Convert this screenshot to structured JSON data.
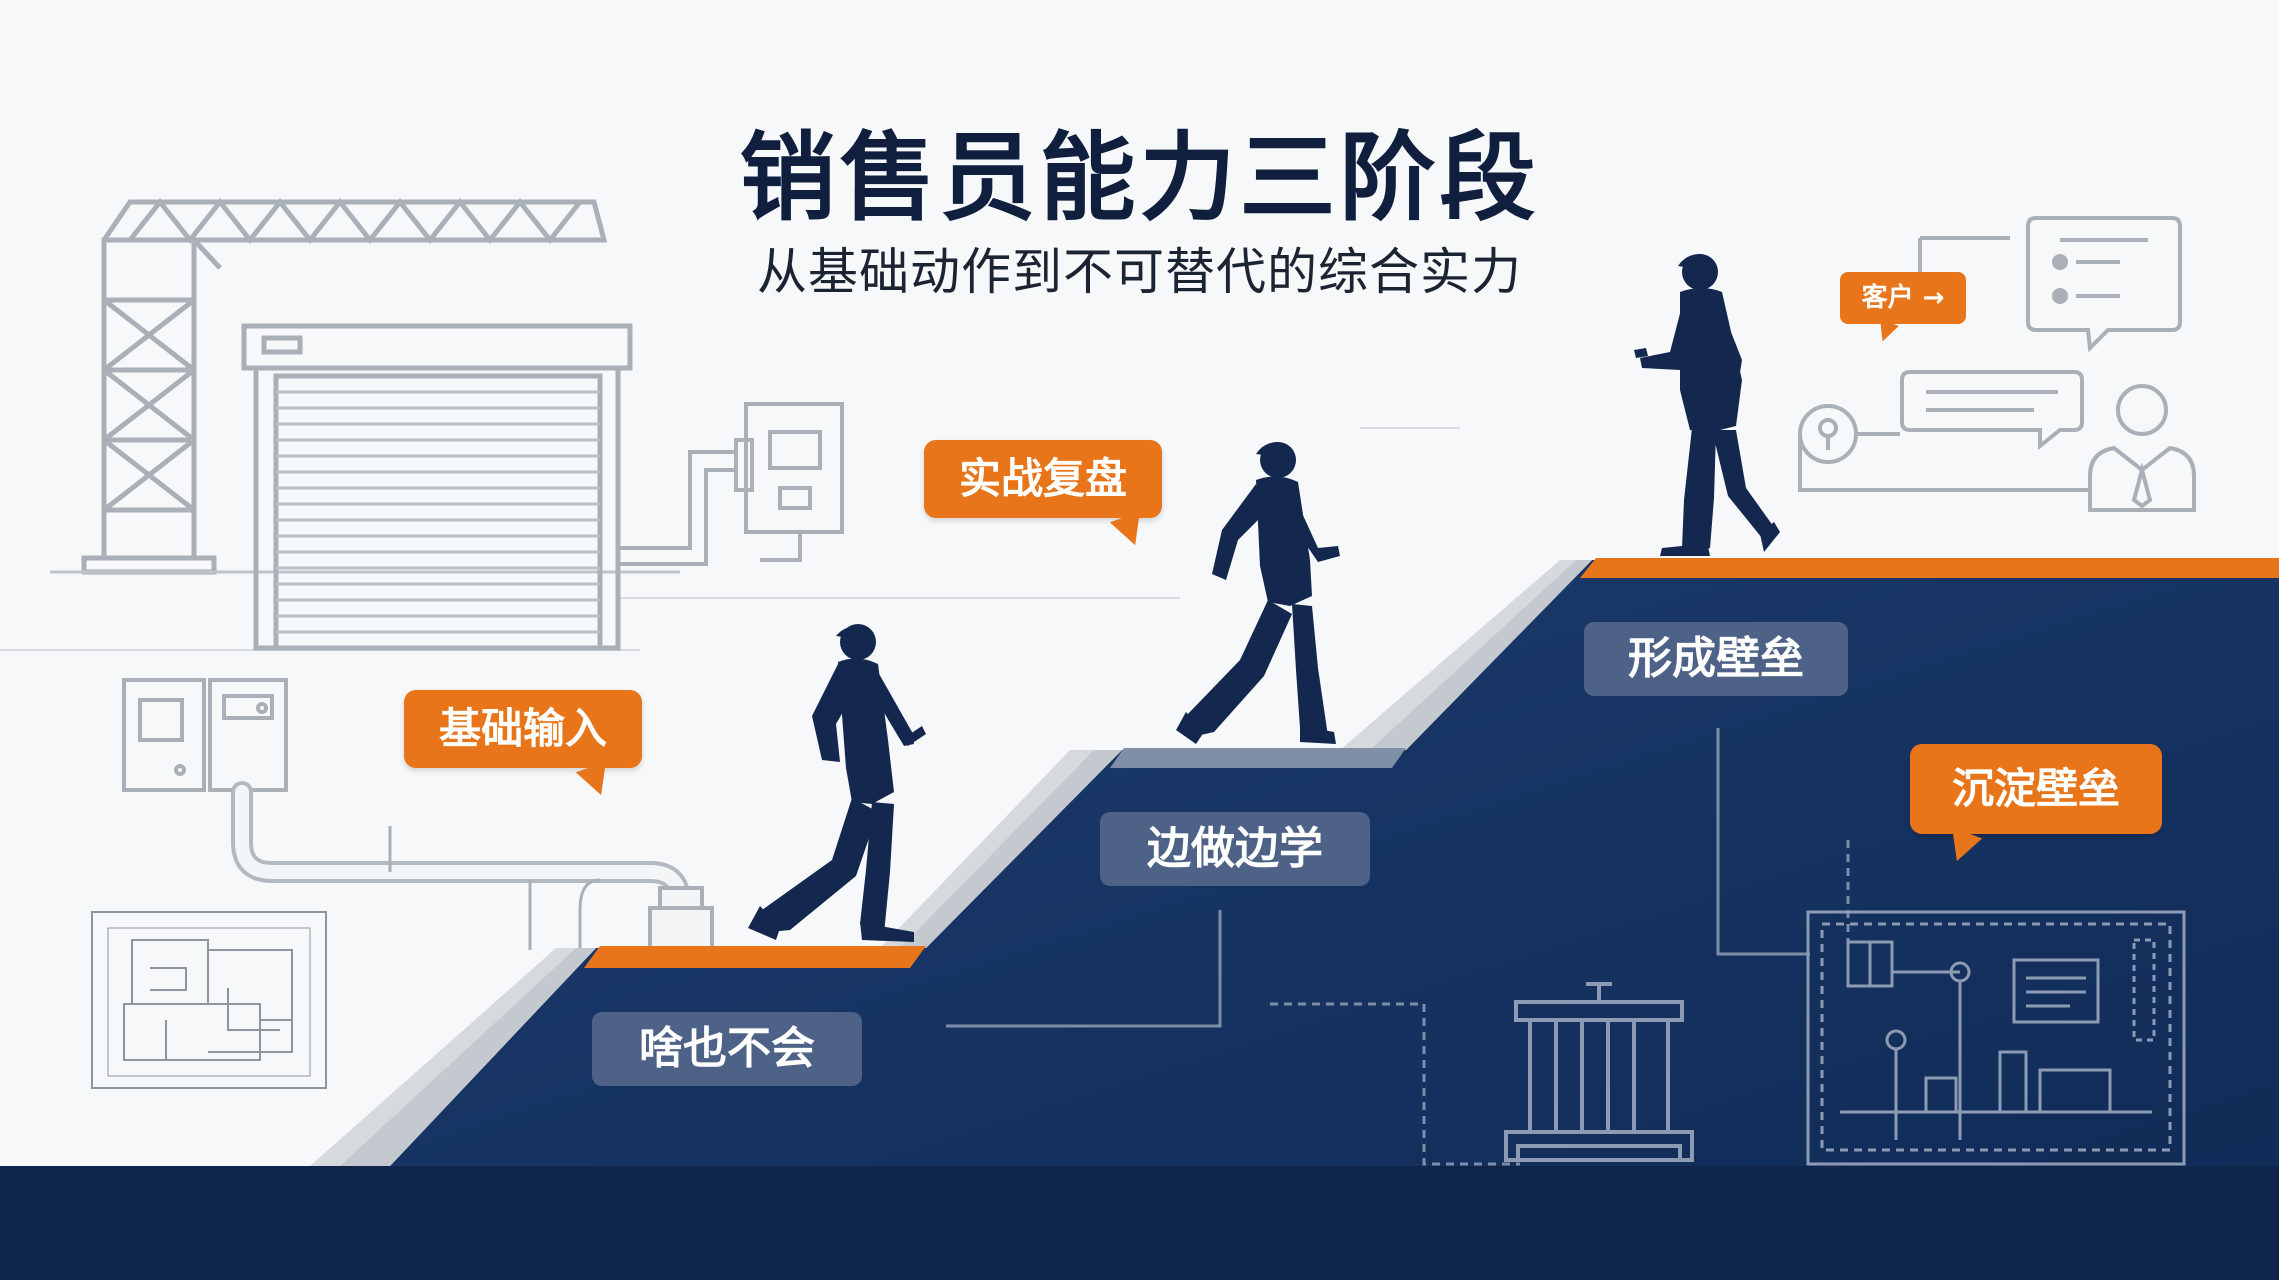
{
  "title": "销售员能力三阶段",
  "subtitle": "从基础动作到不可替代的综合实力",
  "process_tags": [
    "基础输入",
    "实战复盘",
    "沉淀壁垒"
  ],
  "stages": [
    "啥也不会",
    "边做边学",
    "形成壁垒"
  ],
  "customer_tag": "客户 →",
  "colors": {
    "navy": "#15315e",
    "orange": "#e8751a",
    "label_bg": "#4d6286",
    "line_art": "#9aa3ad"
  }
}
